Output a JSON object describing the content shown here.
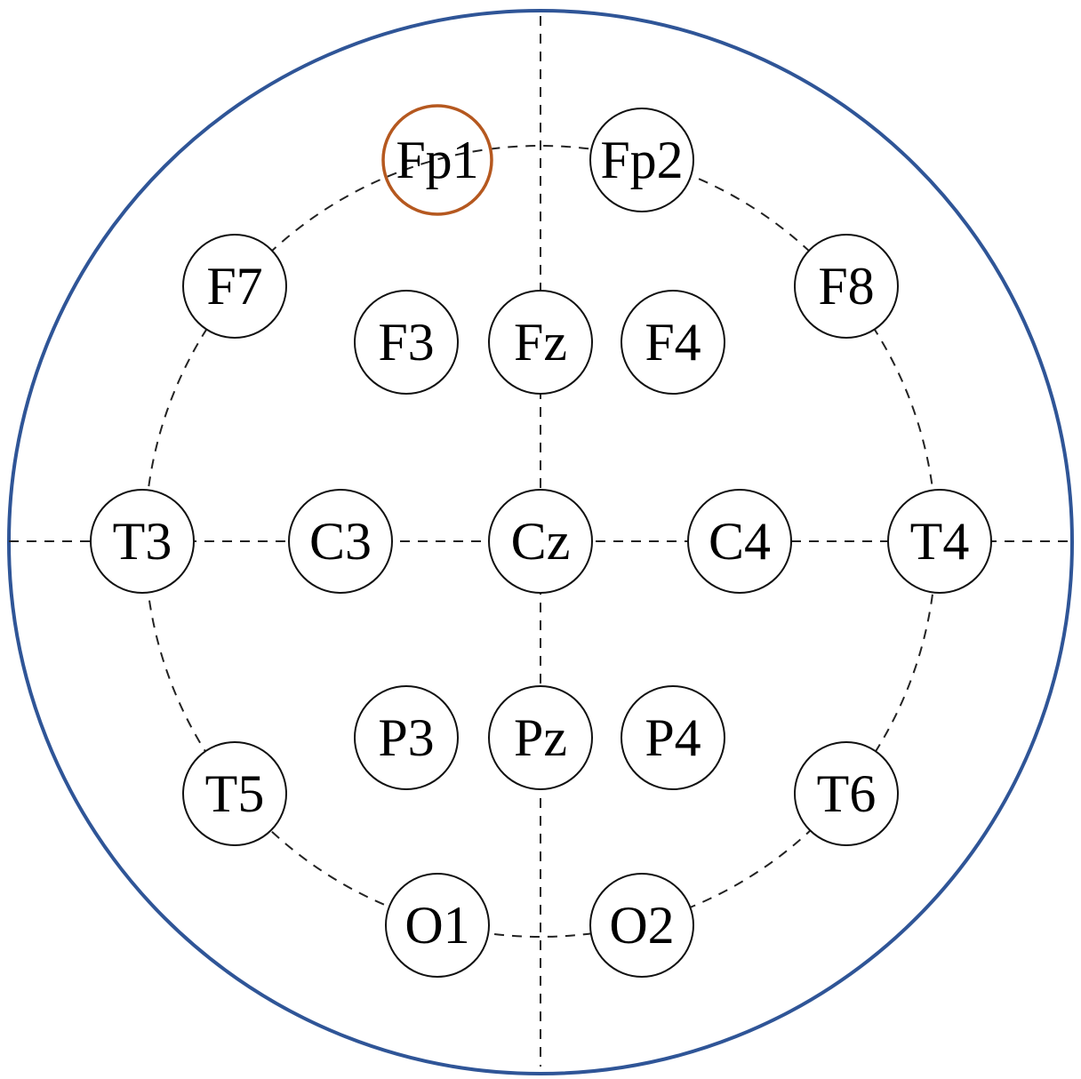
{
  "electrodes": [
    {
      "label": "Fp1",
      "highlighted": true
    },
    {
      "label": "Fp2",
      "highlighted": false
    },
    {
      "label": "F7",
      "highlighted": false
    },
    {
      "label": "F3",
      "highlighted": false
    },
    {
      "label": "Fz",
      "highlighted": false
    },
    {
      "label": "F4",
      "highlighted": false
    },
    {
      "label": "F8",
      "highlighted": false
    },
    {
      "label": "T3",
      "highlighted": false
    },
    {
      "label": "C3",
      "highlighted": false
    },
    {
      "label": "Cz",
      "highlighted": false
    },
    {
      "label": "C4",
      "highlighted": false
    },
    {
      "label": "T4",
      "highlighted": false
    },
    {
      "label": "T5",
      "highlighted": false
    },
    {
      "label": "P3",
      "highlighted": false
    },
    {
      "label": "Pz",
      "highlighted": false
    },
    {
      "label": "P4",
      "highlighted": false
    },
    {
      "label": "T6",
      "highlighted": false
    },
    {
      "label": "O1",
      "highlighted": false
    },
    {
      "label": "O2",
      "highlighted": false
    }
  ],
  "colors": {
    "head_outline": "#2f5597",
    "highlight": "#b5581f"
  }
}
